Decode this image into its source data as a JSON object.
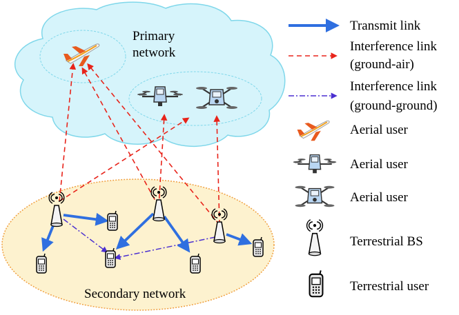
{
  "primary_network": {
    "label_line1": "Primary",
    "label_line2": "network"
  },
  "secondary_network": {
    "label": "Secondary network"
  },
  "legend": {
    "transmit_link": "Transmit link",
    "interference_ground_air_line1": "Interference link",
    "interference_ground_air_line2": "(ground-air)",
    "interference_ground_ground_line1": "Interference link",
    "interference_ground_ground_line2": "(ground-ground)",
    "aerial_user_plane": "Aerial user",
    "aerial_user_drone_a": "Aerial user",
    "aerial_user_drone_b": "Aerial user",
    "terrestrial_bs": "Terrestrial BS",
    "terrestrial_user": "Terrestrial user"
  },
  "colors": {
    "transmit": "#2f6fe0",
    "interference_ground_air": "#e8231a",
    "interference_ground_ground": "#4a2fd0",
    "cloud_fill": "#d6f4fb",
    "cloud_stroke": "#7fd7ea",
    "ellipse_fill": "#fdf2cf",
    "ellipse_stroke": "#f0a040"
  },
  "icons": {
    "plane": "airplane-icon",
    "drone_a": "quadrotor-drone-icon",
    "drone_b": "x-quadcopter-icon",
    "bs": "antenna-tower-icon",
    "phone": "mobile-phone-icon"
  }
}
